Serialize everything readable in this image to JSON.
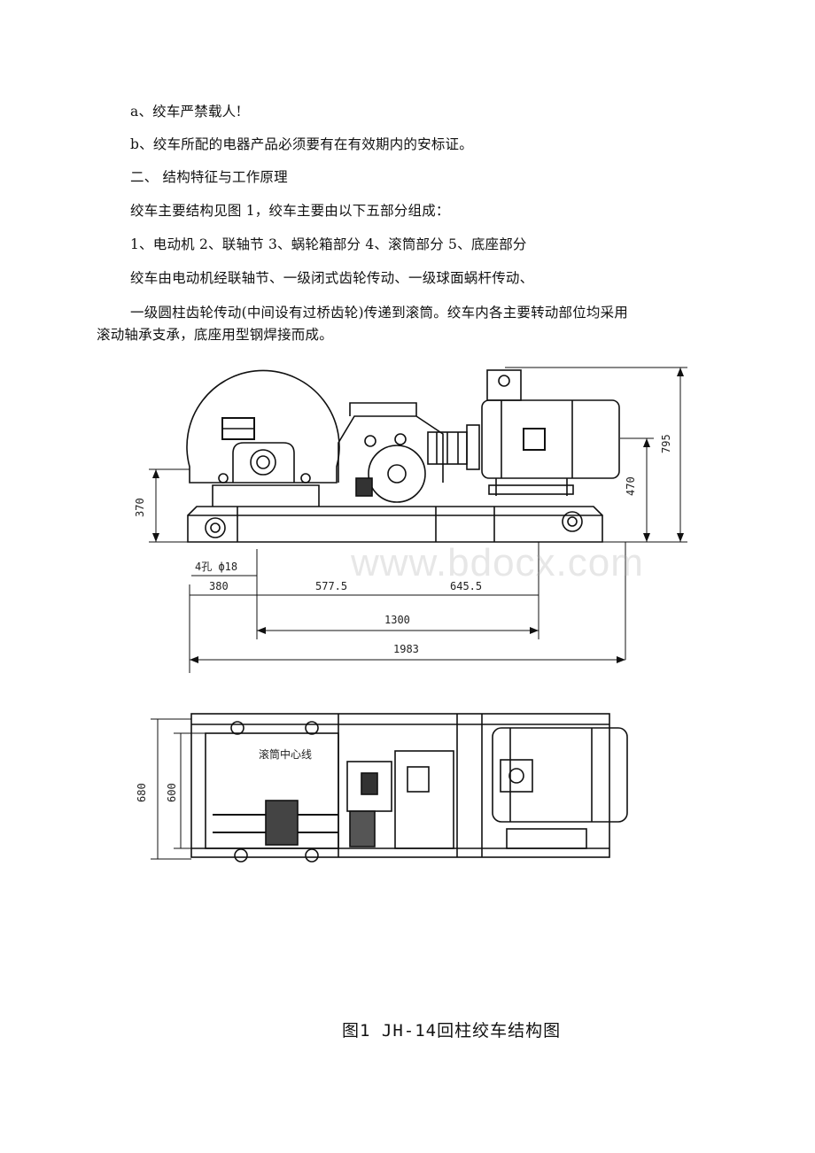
{
  "text": {
    "l1": "a、绞车严禁载人!",
    "l2": "b、绞车所配的电器产品必须要有在有效期内的安标证。",
    "l3": "二、 结构特征与工作原理",
    "l4": "绞车主要结构见图 1，绞车主要由以下五部分组成：",
    "l5": "1、电动机 2、联轴节 3、蜗轮箱部分 4、滚筒部分 5、底座部分",
    "l6": "绞车由电动机经联轴节、一级闭式齿轮传动、一级球面蜗杆传动、",
    "l7": "一级圆柱齿轮传动(中间设有过桥齿轮)传递到滚筒。绞车内各主要转动部位均采用",
    "l8": "滚动轴承支承，底座用型钢焊接而成。"
  },
  "figure": {
    "dims": {
      "d370": "370",
      "d470": "470",
      "d795": "795",
      "holes": "4孔 ф18",
      "d380": "380",
      "d5775": "577.5",
      "d6455": "645.5",
      "d1300": "1300",
      "d1983": "1983",
      "d680": "680",
      "d600": "600"
    },
    "drum_centerline": "滚筒中心线",
    "caption": "图1   JH-14回柱绞车结构图"
  },
  "watermark": "www.bdocx.com"
}
